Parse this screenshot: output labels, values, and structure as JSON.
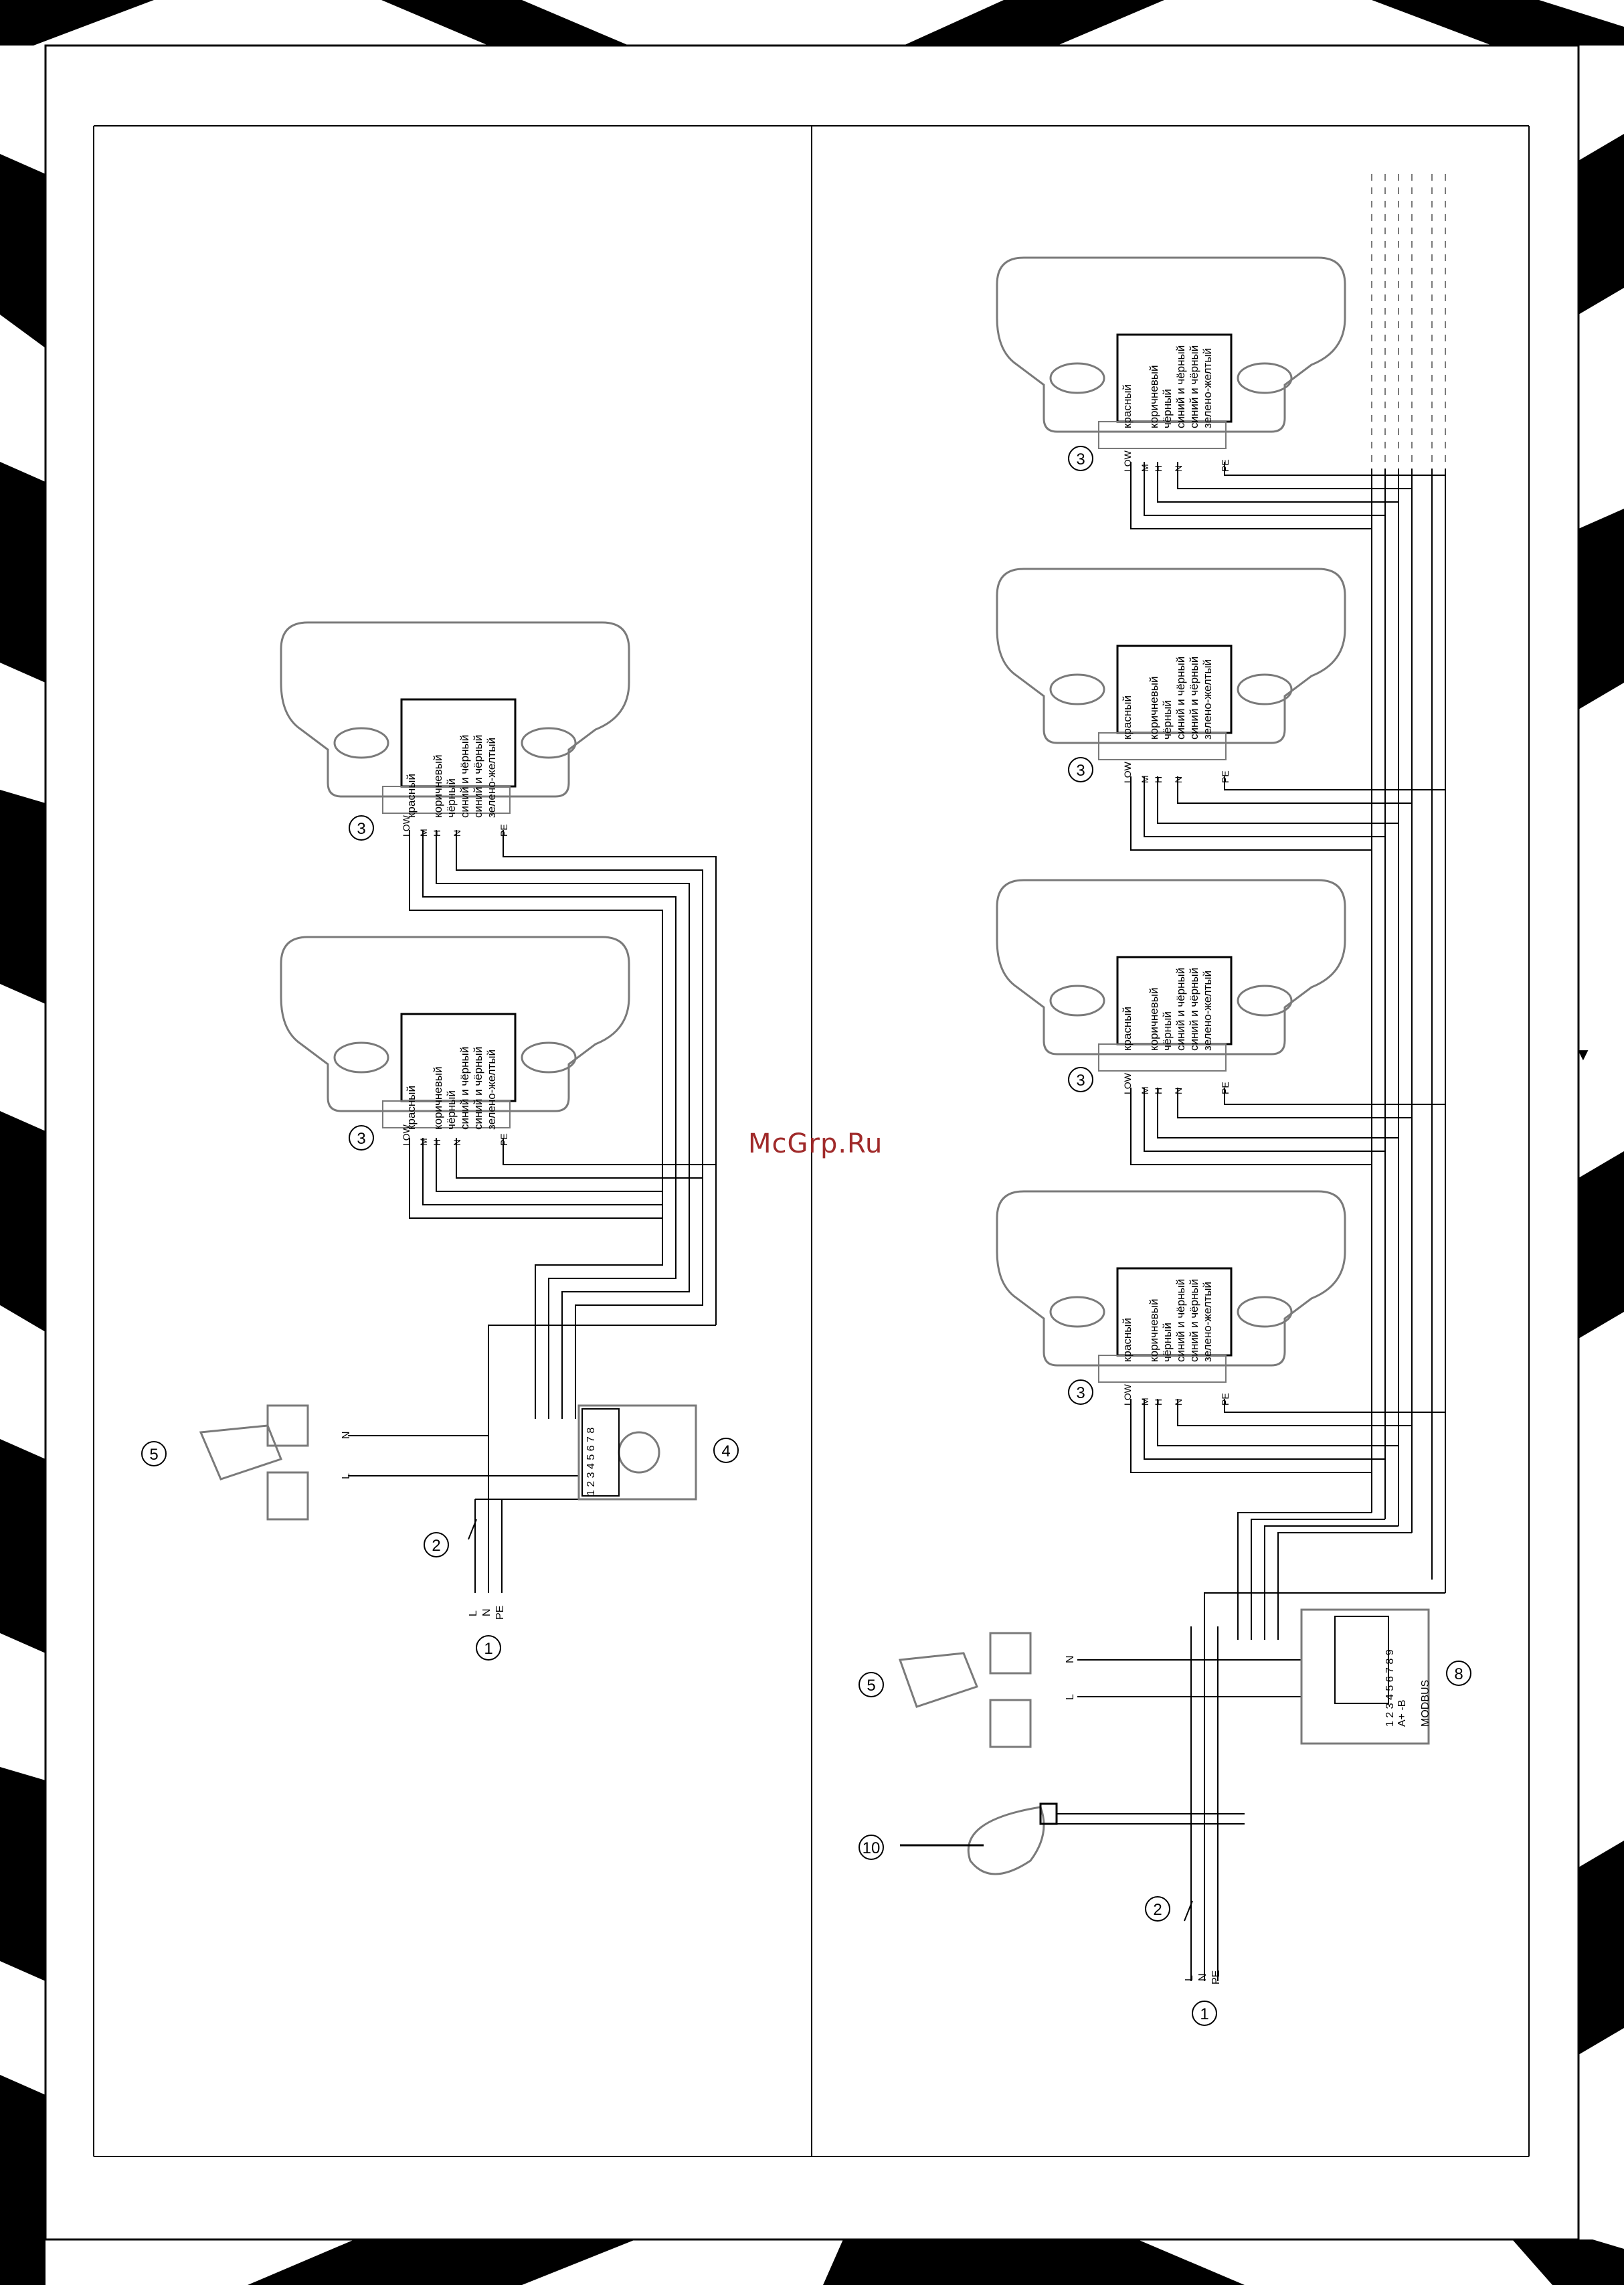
{
  "watermark": "McGrp.Ru",
  "nav_marker": "▼",
  "wire_colors": [
    "красный",
    "коричневый",
    "чёрный",
    "синий и чёрный",
    "синий и чёрный",
    "зелено-желтый"
  ],
  "fan_terminals": [
    "LOW",
    "M",
    "H",
    "N",
    "",
    "PE"
  ],
  "supply_terminals": [
    "L",
    "N",
    "PE"
  ],
  "valve_terminals": [
    "N",
    "L"
  ],
  "thermostat_terminals": "1 2 3 4  5 6 7 8",
  "controller_terminals": "1 2 3 4 5 6 7 8 9",
  "controller_bus_label": "A+ -B",
  "controller_label": "MODBUS",
  "callouts": {
    "supply": "1",
    "switch": "2",
    "fan_unit": "3",
    "thermostat": "4",
    "valve": "5",
    "controller": "8",
    "sensor": "10"
  },
  "colors": {
    "line": "#000000",
    "outline": "#7a7a7a",
    "stripes": "#000000",
    "watermark": "#a02a2a"
  }
}
